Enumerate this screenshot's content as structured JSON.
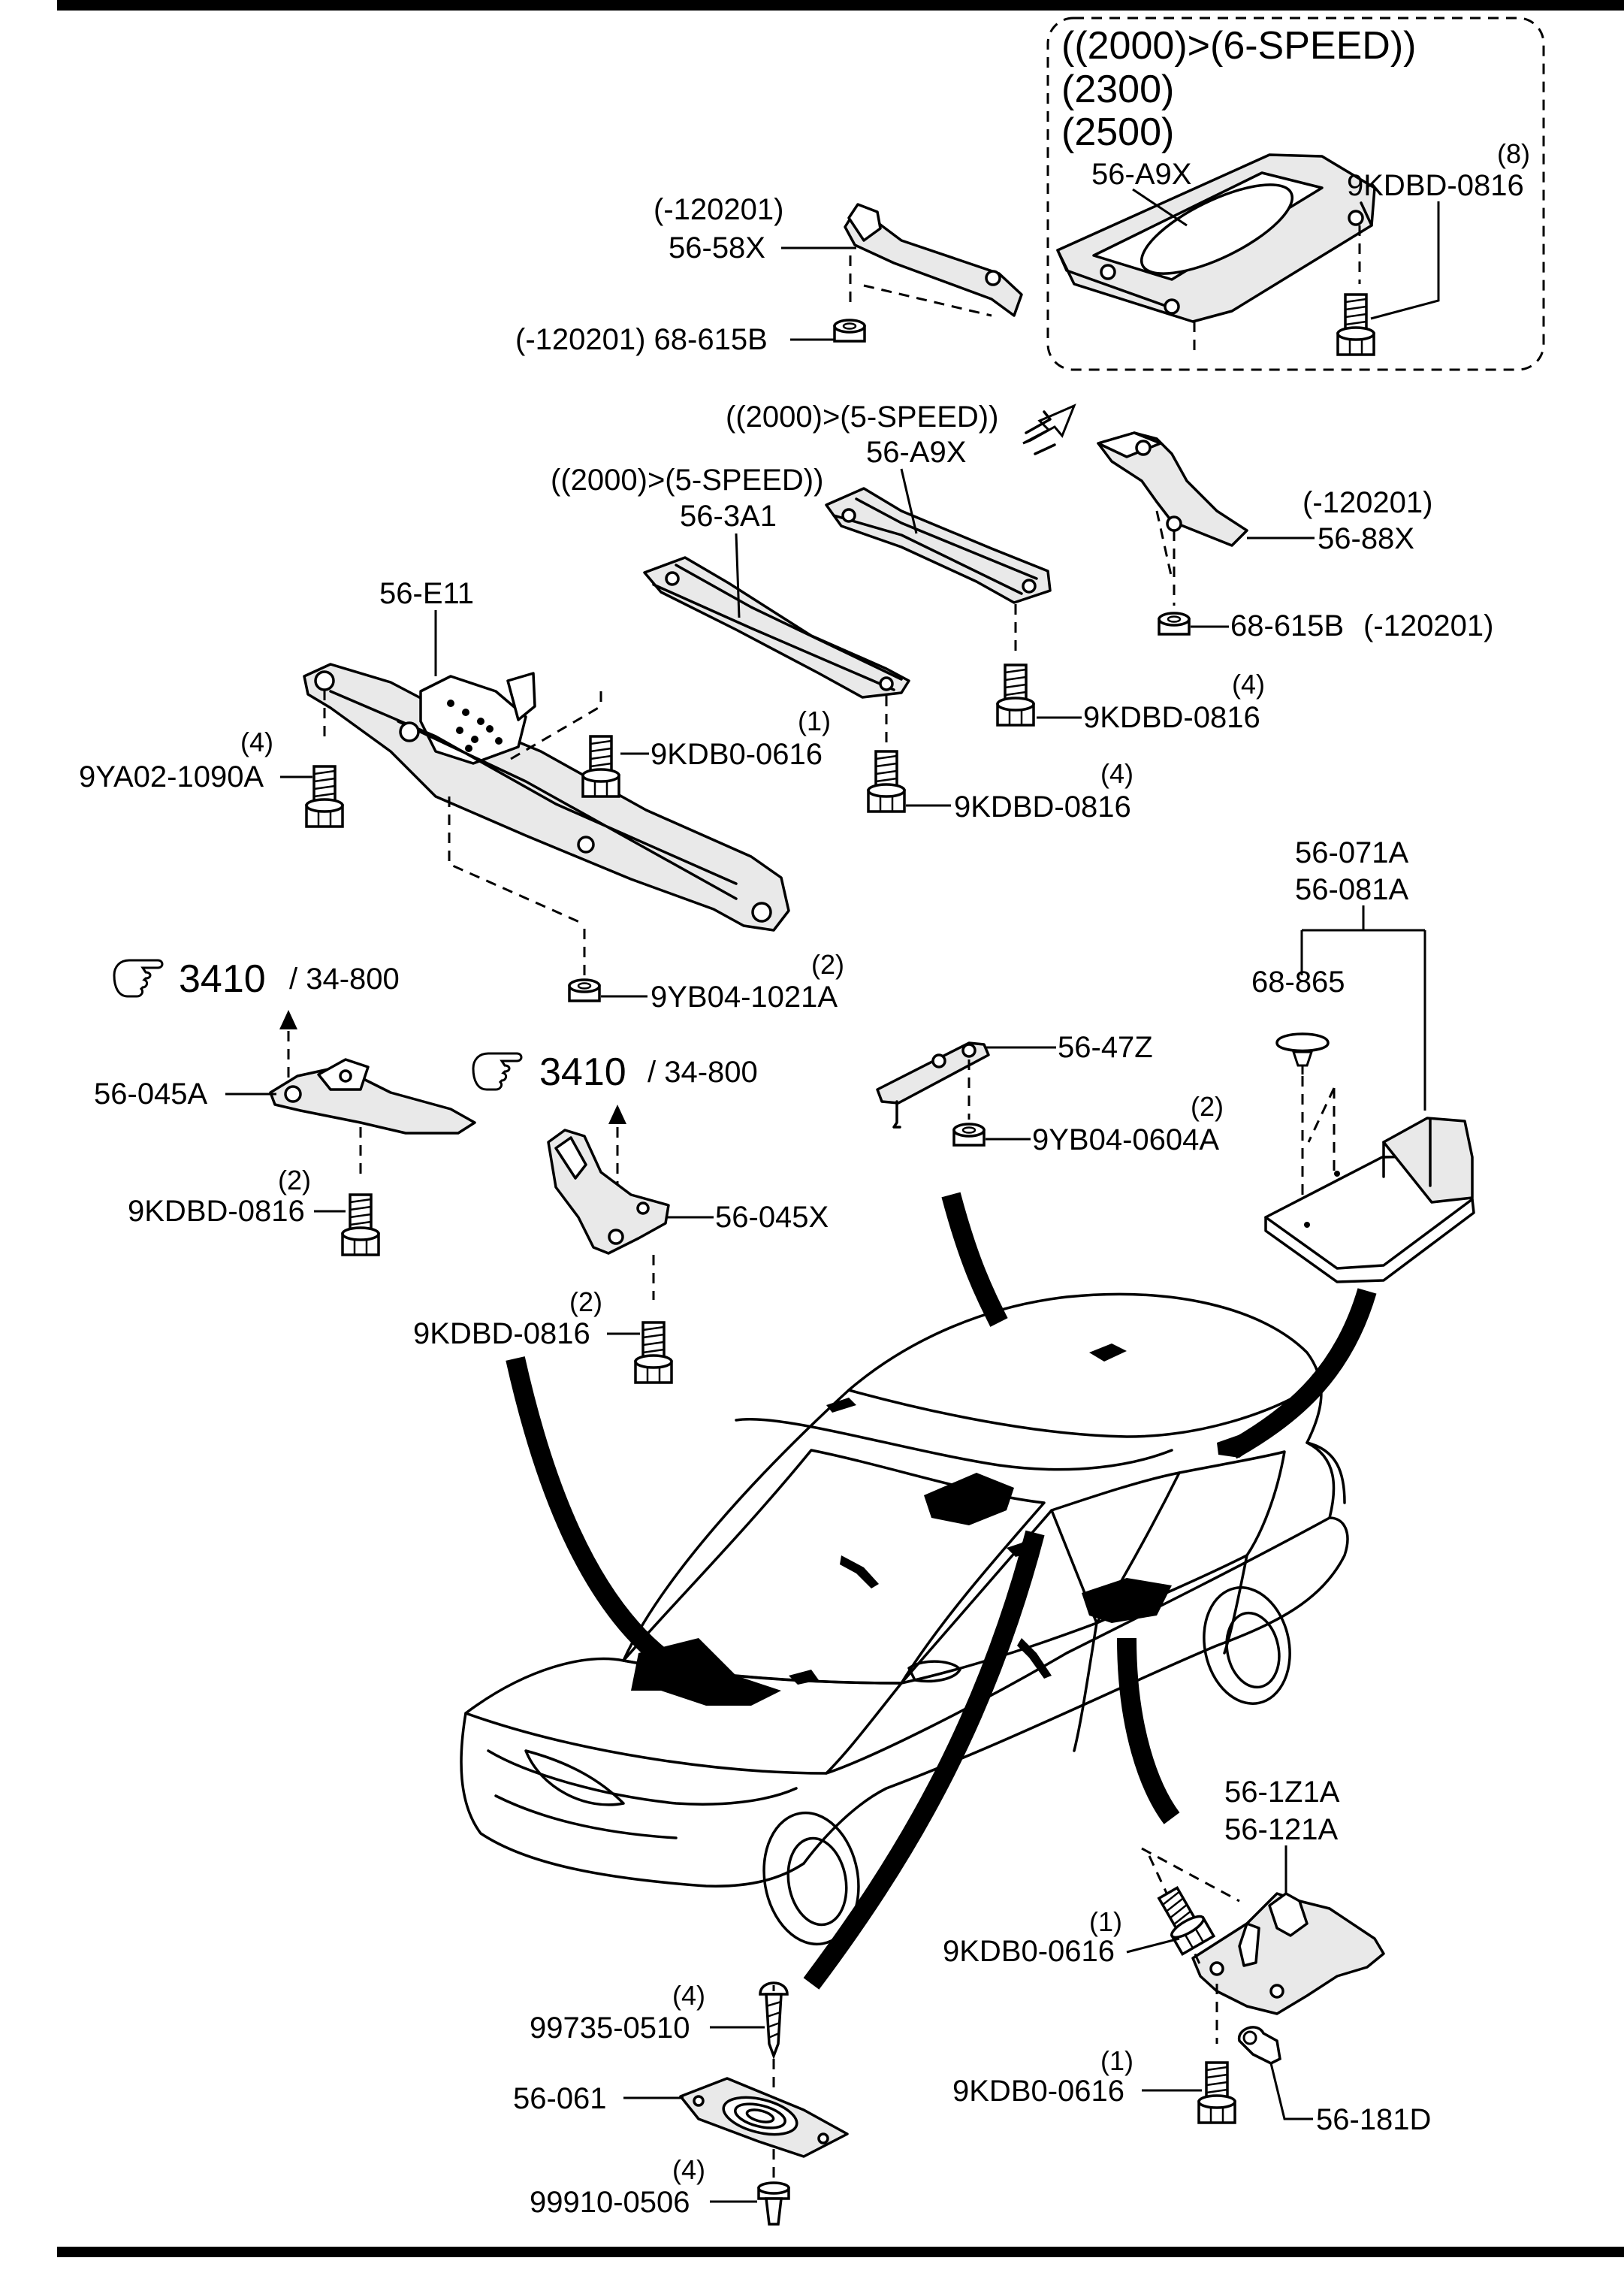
{
  "option_box": {
    "line1": "((2000)>(6-SPEED))",
    "line2": "(2300)",
    "line3": "(2500)"
  },
  "labels": {
    "p56_58X_note": "(-120201)",
    "p56_58X": "56-58X",
    "p68_615B_top": "(-120201) 68-615B",
    "p56_A9X_box": "56-A9X",
    "p9KDBD_0816_box_qty": "(8)",
    "p9KDBD_0816_box": "9KDBD-0816",
    "p56_A9X_note": "((2000)>(5-SPEED))",
    "p56_A9X": "56-A9X",
    "p56_3A1_note": "((2000)>(5-SPEED))",
    "p56_3A1": "56-3A1",
    "p56_88X_note": "(-120201)",
    "p56_88X": "56-88X",
    "p68_615B_right": "68-615B",
    "p68_615B_right_note": "(-120201)",
    "p56_E11": "56-E11",
    "p9YA02_qty": "(4)",
    "p9YA02": "9YA02-1090A",
    "p9KDB0_0616_a_qty": "(1)",
    "p9KDB0_0616_a": "9KDB0-0616",
    "p9KDBD_0816_a_qty": "(4)",
    "p9KDBD_0816_a": "9KDBD-0816",
    "p9KDBD_0816_b_qty": "(4)",
    "p9KDBD_0816_b": "9KDBD-0816",
    "p9YB04_1021A_qty": "(2)",
    "p9YB04_1021A": "9YB04-1021A",
    "p56_071A": "56-071A",
    "p56_081A": "56-081A",
    "p68_865": "68-865",
    "ref1_num": "3410",
    "ref1_sub": "/ 34-800",
    "p56_045A": "56-045A",
    "p9KDBD_0816_c_qty": "(2)",
    "p9KDBD_0816_c": "9KDBD-0816",
    "ref2_num": "3410",
    "ref2_sub": "/ 34-800",
    "p56_045X": "56-045X",
    "p9KDBD_0816_d_qty": "(2)",
    "p9KDBD_0816_d": "9KDBD-0816",
    "p56_47Z": "56-47Z",
    "p9YB04_0604A_qty": "(2)",
    "p9YB04_0604A": "9YB04-0604A",
    "p56_1Z1A": "56-1Z1A",
    "p56_121A": "56-121A",
    "p9KDB0_0616_b_qty": "(1)",
    "p9KDB0_0616_b": "9KDB0-0616",
    "p9KDB0_0616_c_qty": "(1)",
    "p9KDB0_0616_c": "9KDB0-0616",
    "p56_181D": "56-181D",
    "p99735_qty": "(4)",
    "p99735": "99735-0510",
    "p56_061": "56-061",
    "p99910_qty": "(4)",
    "p99910": "99910-0506"
  },
  "icons": {
    "reference": "pointing-hand-icon",
    "alternate": "double-arrow-icon"
  }
}
